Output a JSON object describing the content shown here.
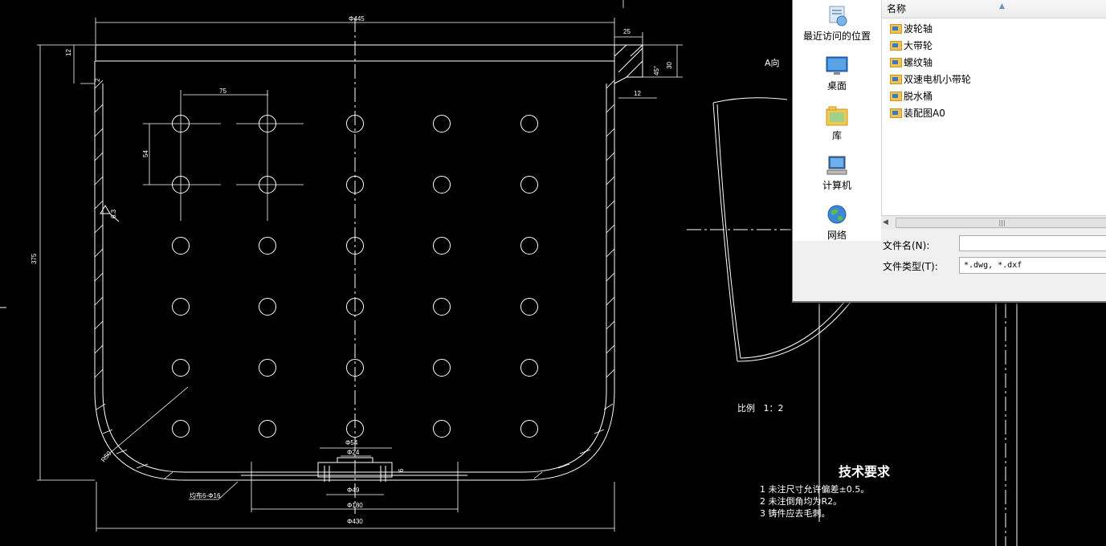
{
  "drawing": {
    "dims": {
      "top_width": "Φ445",
      "rim_offset": "25",
      "rim_height": "12",
      "wall_step": "2",
      "lip_height": "30",
      "lip_inner": "12",
      "lip_angle": "45°",
      "overall_height": "375",
      "hole_pitch_x": "75",
      "hole_pitch_y": "54",
      "roughness": "6.3",
      "corner_radius": "R50",
      "hole_note": "均布6-Φ16",
      "base_d1": "Φ54",
      "base_d2": "Φ24",
      "base_d3": "Φ49",
      "base_d4": "Φ180",
      "base_d5": "Φ430",
      "base_thk": "6"
    },
    "view_label": "A向",
    "scale_label": "比例",
    "scale_value": "1：2"
  },
  "requirements": {
    "title": "技术要求",
    "items": [
      "1 未注尺寸允许偏差±0.5。",
      "2 未注倒角均为R2。",
      "3 铸件应去毛刺。"
    ]
  },
  "dialog": {
    "places": [
      {
        "label": "最近访问的位置",
        "icon": "recent-places-icon"
      },
      {
        "label": "桌面",
        "icon": "desktop-icon"
      },
      {
        "label": "库",
        "icon": "library-icon"
      },
      {
        "label": "计算机",
        "icon": "computer-icon"
      },
      {
        "label": "网络",
        "icon": "network-icon"
      }
    ],
    "column_name": "名称",
    "files": [
      "波轮轴",
      "大带轮",
      "螺纹轴",
      "双速电机小带轮",
      "脱水桶",
      "装配图A0"
    ],
    "filename_label": "文件名(N):",
    "filename_value": "",
    "filetype_label": "文件类型(T):",
    "filetype_value": "*.dwg, *.dxf"
  }
}
